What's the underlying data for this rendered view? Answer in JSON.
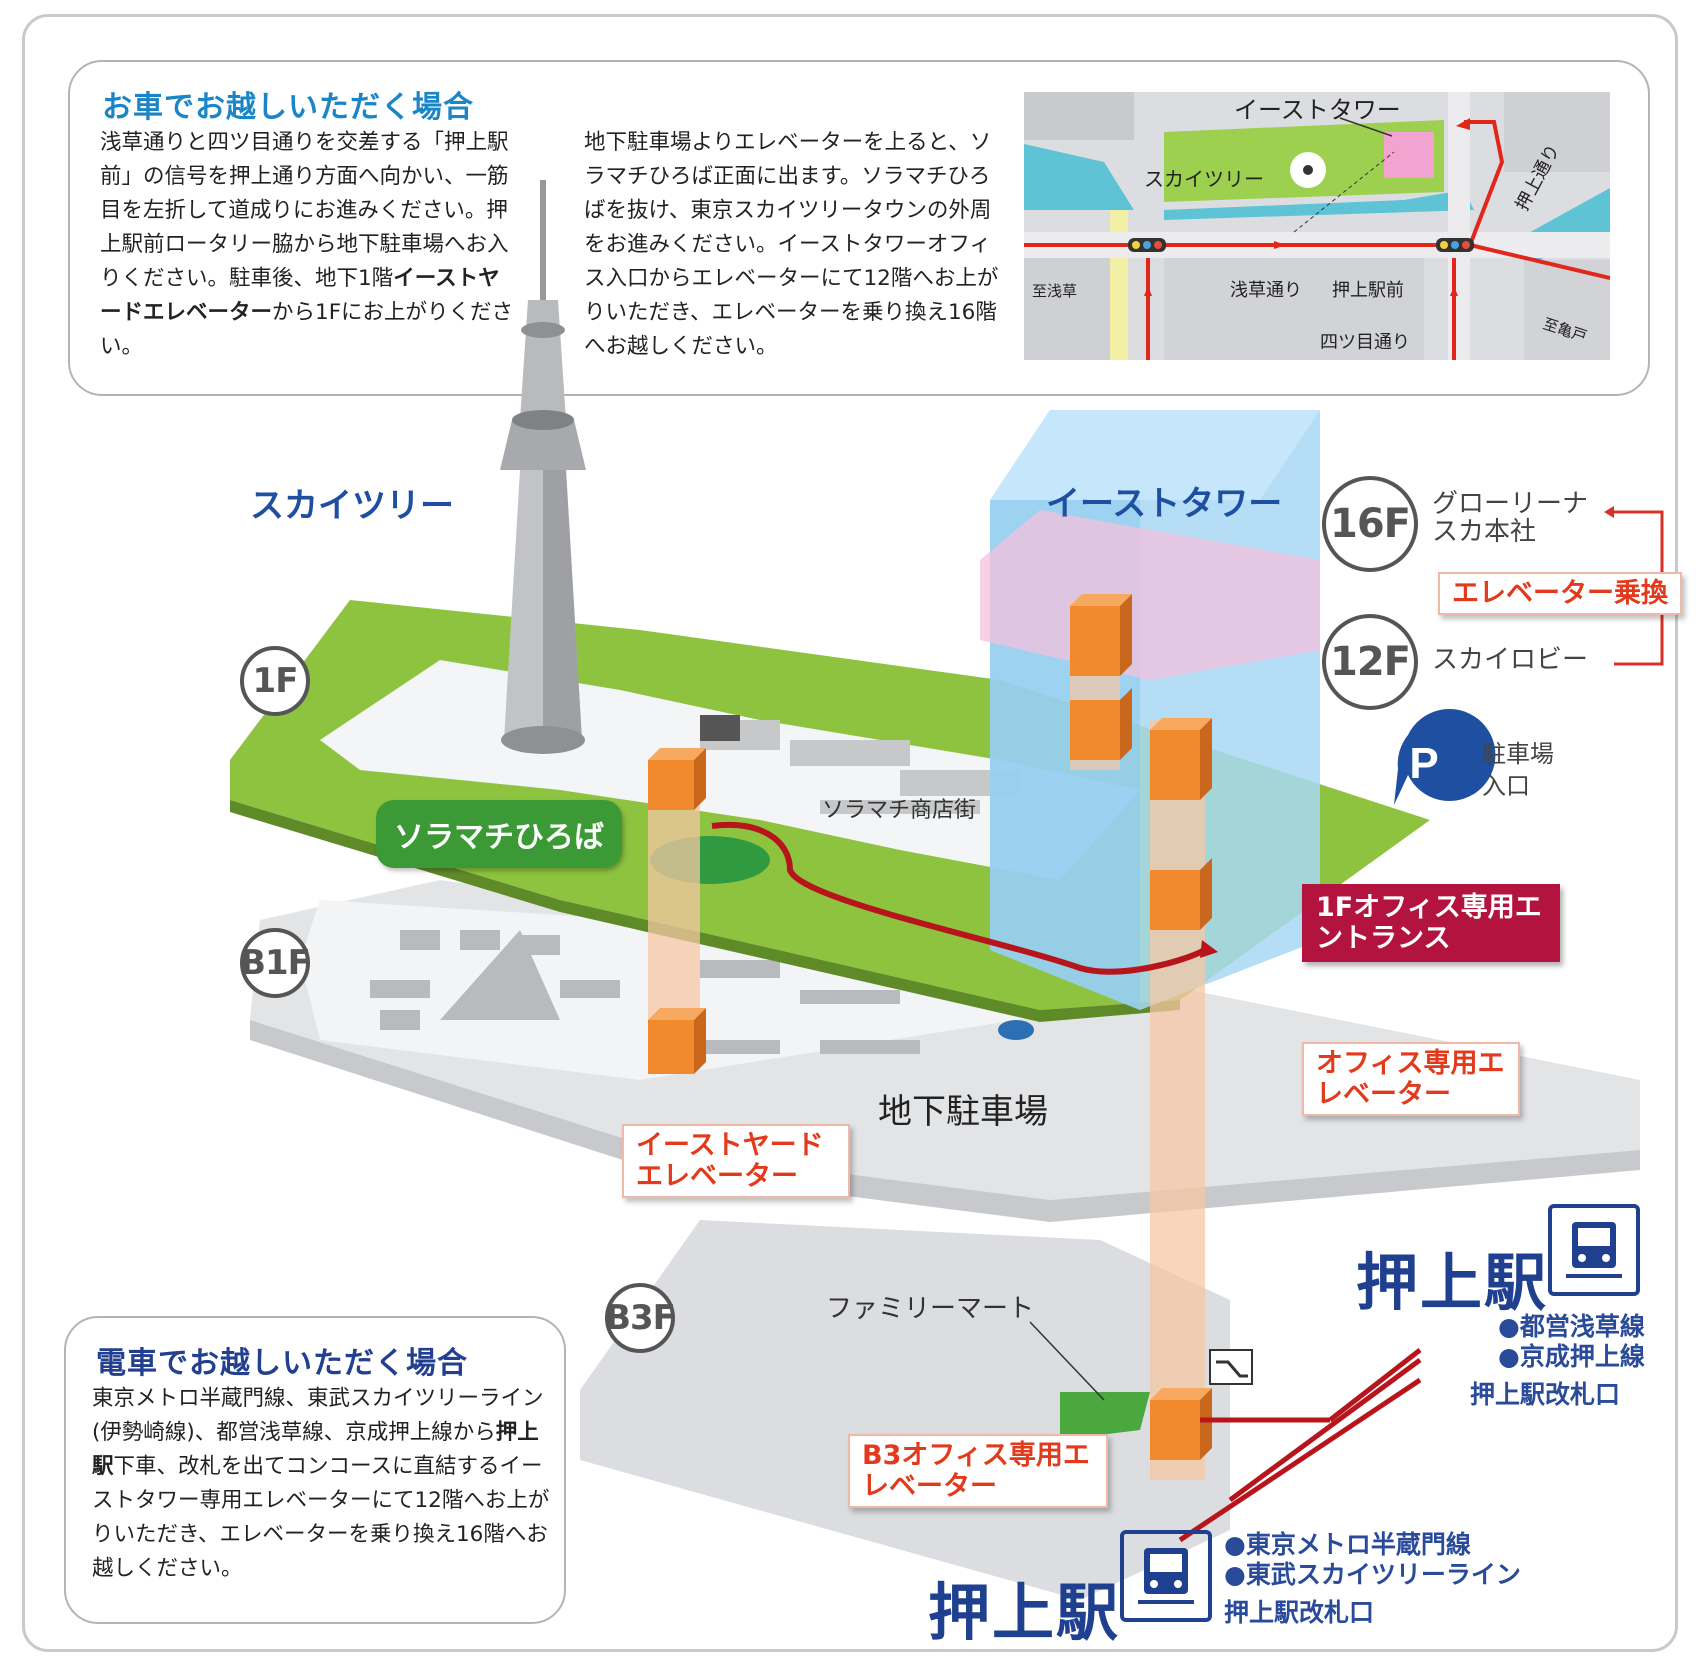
{
  "car_section": {
    "title": "お車でお越しいただく場合",
    "para1_a": "浅草通りと四ツ目通りを交差する「押上駅前」の信号を押上通り方面へ向かい、一筋目を左折して道成りにお進みください。押上駅前ロータリー脇から地下駐車場へお入りください。駐車後、地下1階",
    "para1_bold": "イーストヤードエレベーター",
    "para1_b": "から1Fにお上がりください。",
    "para2": "地下駐車場よりエレベーターを上ると、ソラマチひろば正面に出ます。ソラマチひろばを抜け、東京スカイツリータウンの外周をお進みください。イーストタワーオフィス入口からエレベーターにて12階へお上がりいただき、エレベーターを乗り換え16階へお越しください。"
  },
  "inset_map": {
    "east_tower": "イーストタワー",
    "skytree": "スカイツリー",
    "asakusa_dori": "浅草通り",
    "oshiage_ekimae": "押上駅前",
    "yotsume_dori": "四ツ目通り",
    "oshiage_dori": "押上通り",
    "to_asakusa": "至浅草",
    "to_kameido": "至亀戸"
  },
  "diagram": {
    "skytree_label": "スカイツリー",
    "east_tower_label": "イーストタワー",
    "floor_1f": "1F",
    "floor_b1f": "B1F",
    "floor_b3f": "B3F",
    "floor_16f": "16F",
    "floor_12f": "12F",
    "f16_desc": "グローリーナスカ本社",
    "f12_desc": "スカイロビー",
    "elevator_transfer": "エレベーター乗換",
    "parking_icon": "P",
    "parking_entrance": "駐車場入口",
    "solamachi_hiroba": "ソラマチひろば",
    "solamachi_street": "ソラマチ商店街",
    "office_entrance_1f": "1Fオフィス専用エントランス",
    "office_elevator": "オフィス専用エレベーター",
    "underground_parking": "地下駐車場",
    "eastyard_elevator": "イーストヤードエレベーター",
    "familymart": "ファミリーマート",
    "b3_office_elevator": "B3オフィス専用エレベーター"
  },
  "stations": {
    "upper_name": "押上駅",
    "upper_lines": [
      "●都営浅草線",
      "●京成押上線"
    ],
    "upper_gate": "押上駅改札口",
    "lower_name": "押上駅",
    "lower_lines": [
      "●東京メトロ半蔵門線",
      "●東武スカイツリーライン"
    ],
    "lower_gate": "押上駅改札口"
  },
  "train_section": {
    "title": "電車でお越しいただく場合",
    "para_a": "東京メトロ半蔵門線、東武スカイツリーライン(伊勢崎線)、都営浅草線、京成押上線から",
    "para_bold": "押上駅",
    "para_b": "下車、改札を出てコンコースに直結するイーストタワー専用エレベーターにて12階へお上がりいただき、エレベーターを乗り換え16階へお越しください。"
  },
  "colors": {
    "route_red": "#d9302a",
    "lawn_green": "#8dc33f",
    "tower_blue": "#a8d8f5",
    "elevator_orange": "#f08a2c",
    "title_blue": "#1f4fa0"
  }
}
